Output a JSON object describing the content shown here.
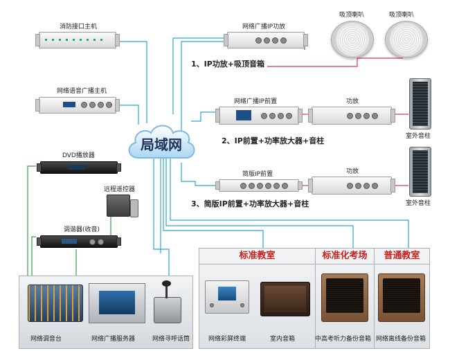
{
  "devices": {
    "fire_host": "消防接口主机",
    "voice_host": "网络语音广播主机",
    "dvd": "DVD播放器",
    "remote": "远程遥控器",
    "tuner": "调谐器(收音)",
    "ip_amp": "网络广播IP功放",
    "ceiling_1": "吸顶喇叭",
    "ceiling_2": "吸顶喇叭",
    "ip_pre": "网络广播IP前置",
    "amp_1": "功放",
    "outdoor_1": "室外音柱",
    "simple_pre": "简版IP前置",
    "amp_2": "功放",
    "outdoor_2": "室外音柱"
  },
  "network": {
    "label": "局域网"
  },
  "configs": {
    "c1": "1、IP功放+吸顶音箱",
    "c2": "2、IP前置+功率放大器+音柱",
    "c3": "3、简版IP前置+功率放大器+音柱"
  },
  "rooms": {
    "standard_classroom": "标准教室",
    "exam_room": "标准化考场",
    "ordinary_classroom": "普通教室",
    "color_terminal": "网络彩屏终端",
    "indoor_speaker": "室内音箱",
    "exam_speaker": "中高考听力备份音箱",
    "offline_speaker": "网络离线备份音箱"
  },
  "control": {
    "mixer": "网络调音台",
    "server": "网络广播服务器",
    "paging": "网络寻呼话筒"
  },
  "colors": {
    "network_line": "#2aa7d6",
    "audio_line": "#d8336e",
    "rs_line": "#2ea24a",
    "room_header": "#c81e1e"
  }
}
